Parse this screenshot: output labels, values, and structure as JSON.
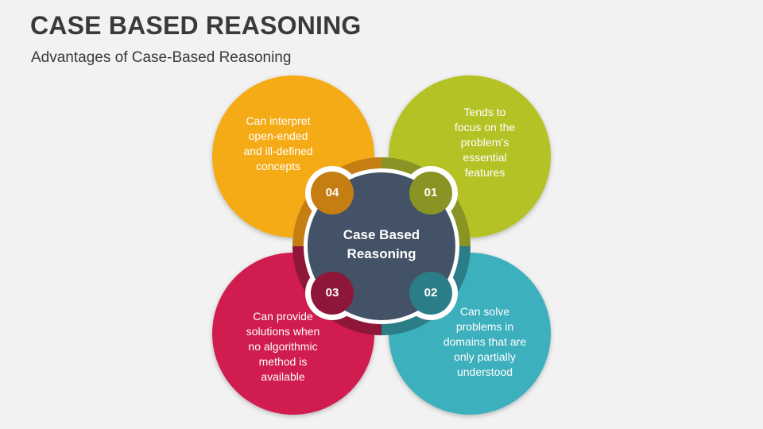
{
  "header": {
    "title": "CASE BASED REASONING",
    "subtitle": "Advantages of Case-Based Reasoning"
  },
  "center": {
    "line1": "Case Based",
    "line2": "Reasoning",
    "color": "#435266"
  },
  "petals": {
    "p01": {
      "number": "01",
      "lines": [
        "Tends to",
        "focus on the",
        "problem’s",
        "essential",
        "features"
      ],
      "color": "#b5c227",
      "dark": "#8a9424"
    },
    "p02": {
      "number": "02",
      "lines": [
        "Can solve",
        "problems in",
        "domains that are",
        "only partially",
        "understood"
      ],
      "color": "#3cb0bd",
      "dark": "#2b7d87"
    },
    "p03": {
      "number": "03",
      "lines": [
        "Can provide",
        "solutions when",
        "no algorithmic",
        "method is",
        "available"
      ],
      "color": "#d01c4f",
      "dark": "#8e1739"
    },
    "p04": {
      "number": "04",
      "lines": [
        "Can interpret",
        "open-ended",
        "and ill-defined",
        "concepts"
      ],
      "color": "#f5ab17",
      "dark": "#c57e12"
    }
  }
}
